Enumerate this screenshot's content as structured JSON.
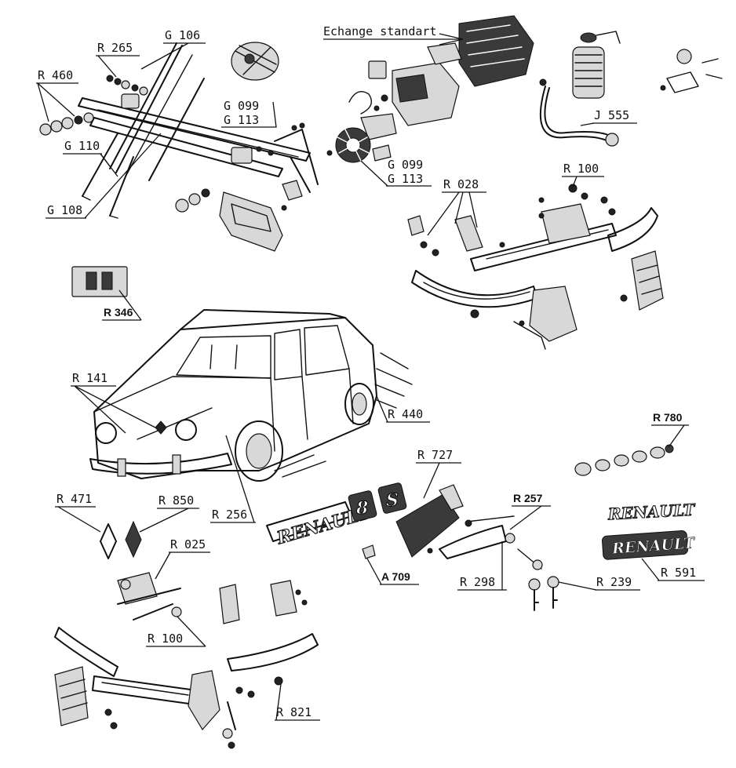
{
  "header": {
    "echange_label": "Echange standart"
  },
  "labels": {
    "r460": "R 460",
    "r265": "R 265",
    "g106": "G 106",
    "g099_top": "G 099",
    "g113_top": "G 113",
    "g110": "G 110",
    "g108": "G 108",
    "g099_mid": "G 099",
    "g113_mid": "G 113",
    "j555": "J 555",
    "r100_top": "R 100",
    "r028": "R 028",
    "r346": "R 346",
    "r141": "R 141",
    "r440": "R 440",
    "r780": "R 780",
    "r727": "R 727",
    "r471": "R 471",
    "r850": "R 850",
    "r256": "R 256",
    "r257": "R 257",
    "r025": "R 025",
    "a709": "A 709",
    "r298": "R 298",
    "r239": "R 239",
    "r591": "R 591",
    "r100_bottom": "R 100",
    "r821": "R 821"
  },
  "emblems": {
    "renault_script": "RENAULT",
    "badge_number": "8",
    "badge_letter": "S",
    "renault_plain": "RENAULT",
    "renault_plate": "RENAULT"
  }
}
